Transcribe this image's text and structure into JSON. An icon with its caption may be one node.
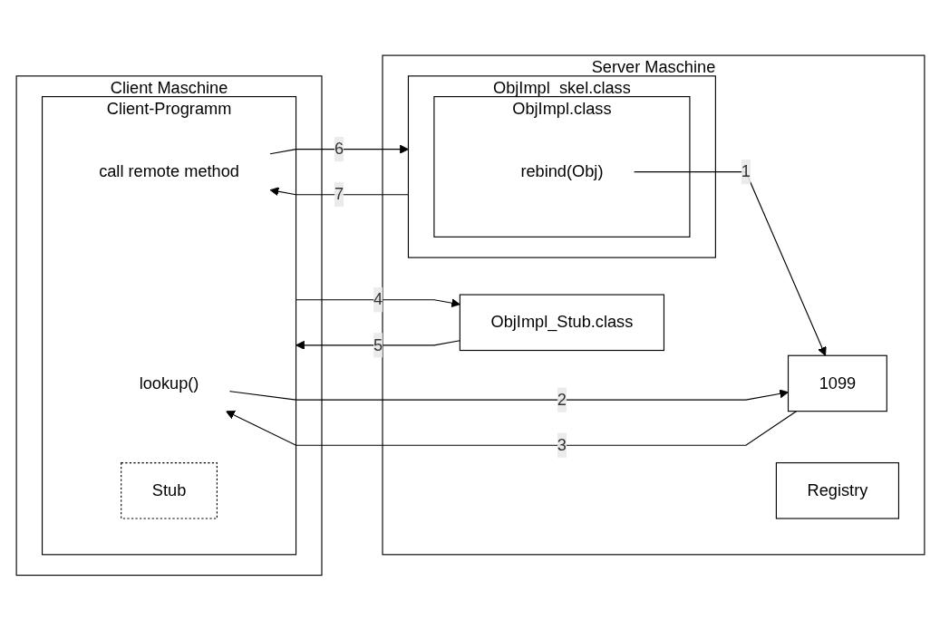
{
  "diagram": {
    "nodes": [
      {
        "text": [
          "Client Maschine"
        ]
      },
      {
        "text": [
          "Client-Programm"
        ],
        "in": 0
      },
      {
        "text": [
          "lookup()"
        ],
        "in": 1
      },
      {
        "text": [
          "call remote method"
        ],
        "in": 1
      },
      {
        "text": [
          "Stub"
        ],
        "in": 1
      },
      {
        "text": [
          "Server Maschine"
        ]
      },
      {
        "text": [
          "1099"
        ],
        "in": 5
      },
      {
        "text": [
          "Registry"
        ],
        "in": 5
      },
      {
        "text": [
          "ObjImpl_Stub.class"
        ],
        "in": 5
      },
      {
        "text": [
          "ObjImpl_skel.class"
        ],
        "in": 5
      },
      {
        "text": [
          "ObjImpl.class"
        ],
        "in": 9
      },
      {
        "text": [
          "rebind(Obj)"
        ],
        "in": 10
      }
    ],
    "edges": [
      {
        "from": 11,
        "to": 6,
        "arrow": "to",
        "label": "1"
      },
      {
        "from": 2,
        "to": 6,
        "arrow": "to",
        "label": "2"
      },
      {
        "from": 6,
        "to": 2,
        "arrow": "to",
        "label": "3"
      },
      {
        "from": 1,
        "to": 8,
        "arrow": "to",
        "label": "4"
      },
      {
        "from": 8,
        "to": 1,
        "arrow": "to",
        "label": "5"
      },
      {
        "from": 3,
        "to": 9,
        "arrow": "to",
        "label": "6"
      },
      {
        "from": 9,
        "to": 3,
        "arrow": "to",
        "label": "7"
      }
    ]
  }
}
